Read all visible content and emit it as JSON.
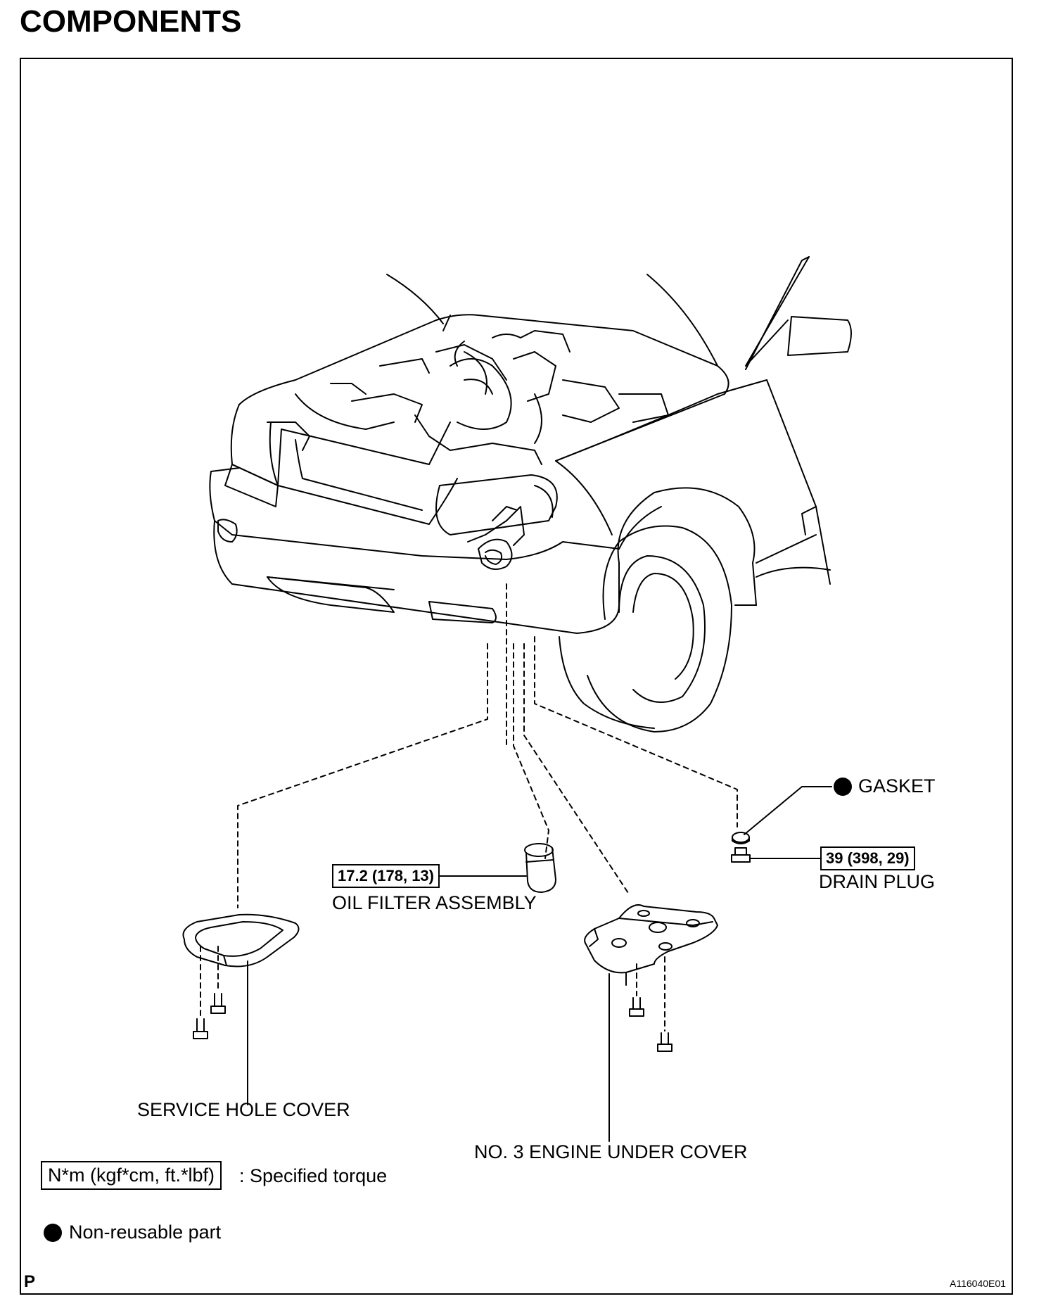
{
  "header": {
    "title": "COMPONENTS"
  },
  "labels": {
    "gasket": "GASKET",
    "drain_plug": "DRAIN PLUG",
    "oil_filter": "OIL FILTER ASSEMBLY",
    "service_hole_cover": "SERVICE HOLE COVER",
    "engine_under_cover": "NO. 3 ENGINE UNDER COVER"
  },
  "torques": {
    "oil_filter": "17.2 (178, 13)",
    "drain_plug": "39 (398, 29)"
  },
  "legend": {
    "torque_units": "N*m (kgf*cm, ft.*lbf)",
    "torque_desc": ": Specified torque",
    "non_reusable": "Non-reusable part"
  },
  "footer": {
    "page_letter": "P",
    "figure_code": "A116040E01"
  },
  "icons": [
    "non-reusable-dot-icon",
    "bolt-icon",
    "gasket-icon"
  ]
}
